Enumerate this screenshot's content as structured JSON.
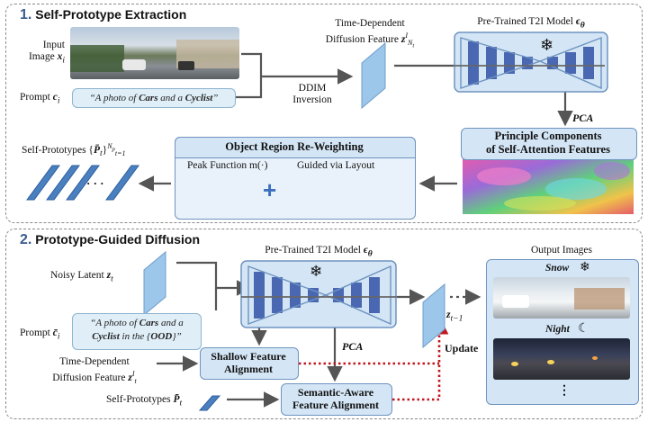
{
  "section1": {
    "number": "1.",
    "title": "Self-Prototype Extraction",
    "input_label_1": "Input",
    "input_label_2": "Image",
    "input_var": "x",
    "input_sub": "i",
    "prompt_label": "Prompt",
    "prompt_var": "c",
    "prompt_sub": "i",
    "prompt_text_pre": "“A photo of ",
    "prompt_text_b1": "Cars",
    "prompt_text_mid": " and a ",
    "prompt_text_b2": "Cyclist",
    "prompt_text_post": "”",
    "ddim_1": "DDIM",
    "ddim_2": "Inversion",
    "tdf_1": "Time-Dependent",
    "tdf_2": "Diffusion Feature",
    "tdf_var": "z",
    "tdf_sup": "I",
    "tdf_sub": "N",
    "tdf_subsub": "t",
    "model_title": "Pre-Trained T2I Model",
    "model_var": "ϵ",
    "model_sub": "θ",
    "pca": "PCA",
    "pc_1": "Principle Components",
    "pc_2": "of Self-Attention Features",
    "reweight_title": "Object Region Re-Weighting",
    "peak_label": "Peak Function m(·)",
    "layout_label": "Guided via Layout",
    "plus": "+",
    "selfproto_label": "Self-Prototypes {",
    "selfproto_var": "P̄",
    "selfproto_sub": "t",
    "selfproto_close": "}",
    "selfproto_sup": "N",
    "selfproto_supsub": "p",
    "selfproto_from": "t=1",
    "dots": "· · ·"
  },
  "section2": {
    "number": "2.",
    "title": "Prototype-Guided Diffusion",
    "noisy_label": "Noisy Latent",
    "noisy_var": "z",
    "noisy_sub": "t",
    "model_title": "Pre-Trained T2I Model",
    "model_var": "ϵ",
    "model_sub": "θ",
    "prompt_label": "Prompt",
    "prompt_var": "c̄",
    "prompt_sub": "i",
    "prompt_line1_pre": "“A photo of ",
    "prompt_line1_b": "Cars",
    "prompt_line1_post": " and a",
    "prompt_line2_b": "Cyclist",
    "prompt_line2_post": " in the {",
    "prompt_line2_ood": "OOD",
    "prompt_line2_end": "}”",
    "pca": "PCA",
    "tdf_1": "Time-Dependent",
    "tdf_2": "Diffusion Feature",
    "tdf_var": "z",
    "tdf_sup": "I",
    "tdf_sub": "t",
    "shallow_1": "Shallow Feature",
    "shallow_2": "Alignment",
    "semantic_1": "Semantic-Aware",
    "semantic_2": "Feature Alignment",
    "selfproto_label": "Self-Prototypes",
    "selfproto_var": "P̄",
    "selfproto_sub": "t",
    "zt1_var": "z",
    "zt1_sub": "t−1",
    "update": "Update",
    "output_title": "Output Images",
    "snow": "Snow",
    "night": "Night",
    "vdots": "⋮"
  },
  "colors": {
    "accent_blue": "#4a68b2",
    "box_fill": "#d4e6f6",
    "red_dotted": "#c0161c",
    "arrow_gray": "#555555"
  },
  "icons": [
    "snowflake-icon",
    "moon-icon",
    "cityscape-photo",
    "heatmap-image",
    "peak-surface-image",
    "layout-stack-image"
  ]
}
